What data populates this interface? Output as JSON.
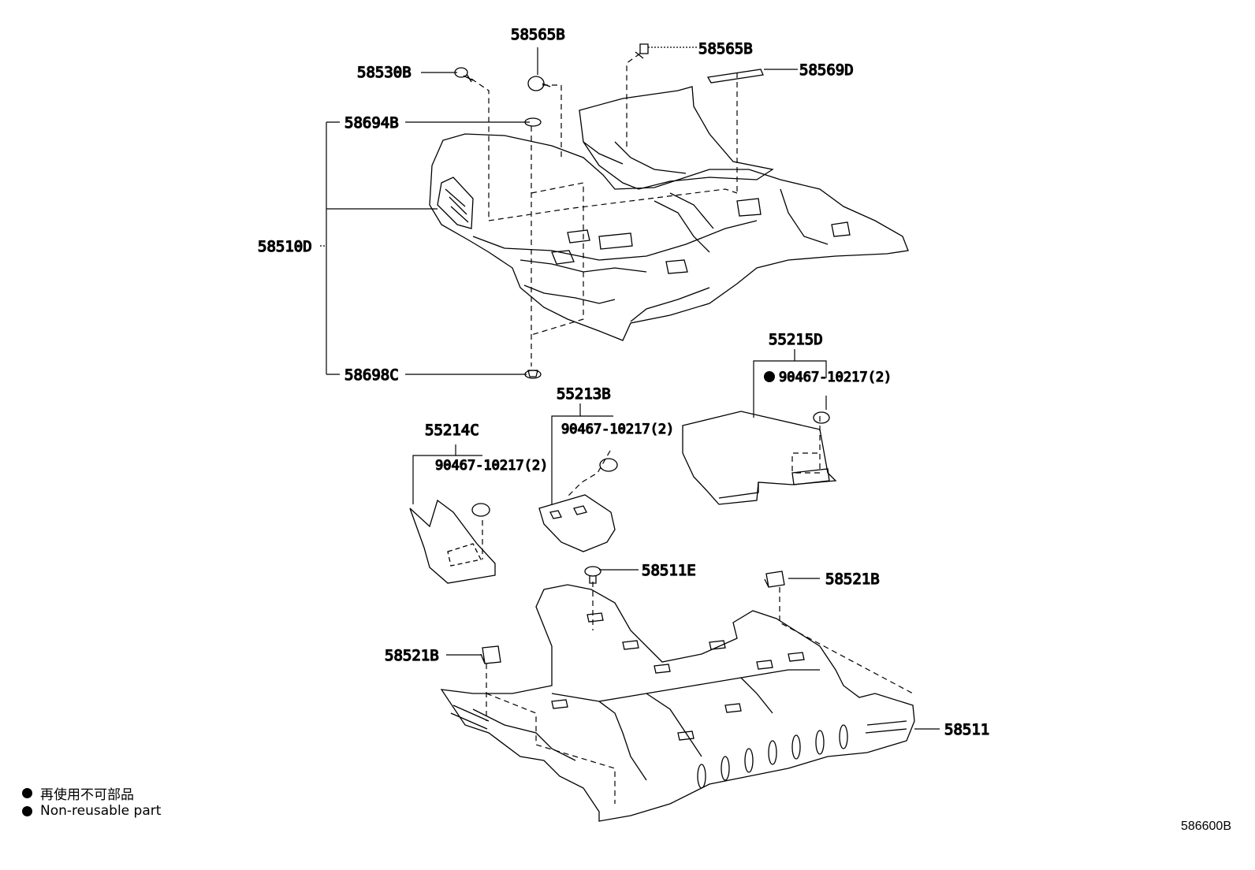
{
  "diagram": {
    "labels": {
      "p58565b_a": "58565B",
      "p58565b_b": "58565B",
      "p58569d": "58569D",
      "p58530b": "58530B",
      "p58694b": "58694B",
      "p58510d": "58510D",
      "p58698c": "58698C",
      "p55215d": "55215D",
      "p90467_55215d": "90467-10217(2)",
      "p55213b": "55213B",
      "p90467_55213b": "90467-10217(2)",
      "p55214c": "55214C",
      "p90467_55214c": "90467-10217(2)",
      "p58511e": "58511E",
      "p58521b_a": "58521B",
      "p58521b_b": "58521B",
      "p58511": "58511"
    },
    "legend": {
      "ja": "再使用不可部品",
      "en": "Non-reusable part"
    },
    "diagram_id": "586600B"
  }
}
